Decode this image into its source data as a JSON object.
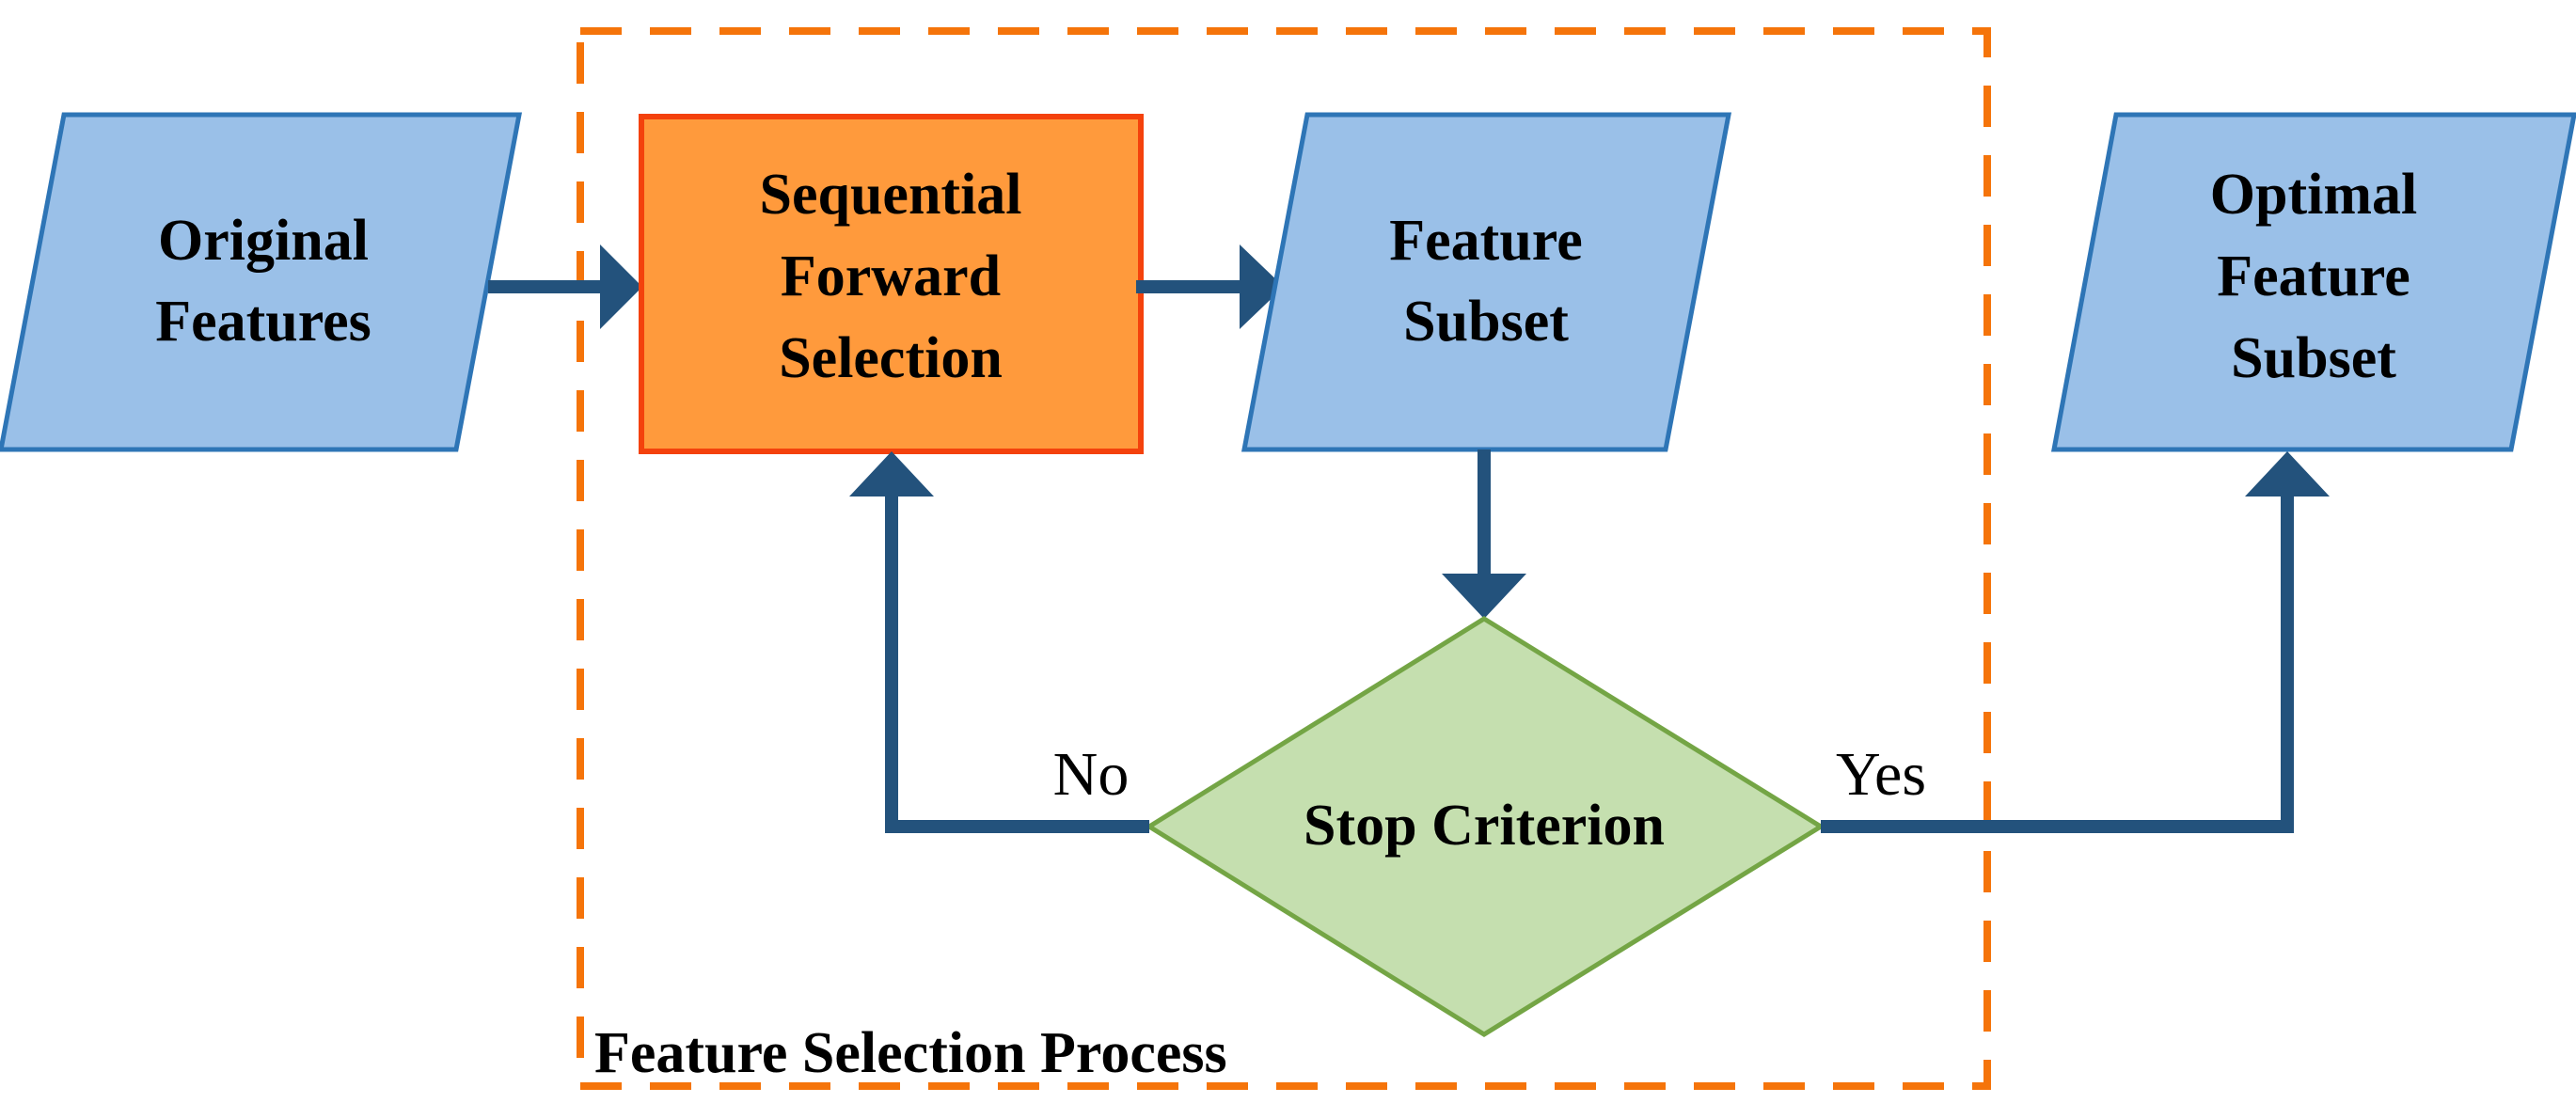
{
  "diagram": {
    "title_label": "Feature Selection Process",
    "colors": {
      "node_fill_blue": "#9AC0E8",
      "node_stroke_blue": "#2E75B6",
      "node_fill_orange": "#FF9A3C",
      "node_stroke_orange": "#F4420C",
      "node_fill_green": "#C5DFAF",
      "node_stroke_green": "#74A545",
      "connector": "#23527C",
      "group_border": "#F5740A",
      "text": "#000000",
      "background": "#FFFFFF"
    },
    "nodes": {
      "original_features": {
        "line1": "Original",
        "line2": "Features",
        "shape": "parallelogram",
        "role": "input-data"
      },
      "sequential_forward_selection": {
        "line1": "Sequential",
        "line2": "Forward",
        "line3": "Selection",
        "shape": "rectangle",
        "role": "process"
      },
      "feature_subset": {
        "line1": "Feature",
        "line2": "Subset",
        "shape": "parallelogram",
        "role": "data"
      },
      "stop_criterion": {
        "line1": "Stop Criterion",
        "shape": "diamond",
        "role": "decision"
      },
      "optimal_feature_subset": {
        "line1": "Optimal",
        "line2": "Feature",
        "line3": "Subset",
        "shape": "parallelogram",
        "role": "output-data"
      }
    },
    "edges": [
      {
        "id": "e1",
        "from": "original_features",
        "to": "sequential_forward_selection",
        "label": ""
      },
      {
        "id": "e2",
        "from": "sequential_forward_selection",
        "to": "feature_subset",
        "label": ""
      },
      {
        "id": "e3",
        "from": "feature_subset",
        "to": "stop_criterion",
        "label": ""
      },
      {
        "id": "e4",
        "from": "stop_criterion",
        "to": "sequential_forward_selection",
        "label": "No"
      },
      {
        "id": "e5",
        "from": "stop_criterion",
        "to": "optimal_feature_subset",
        "label": "Yes"
      }
    ],
    "edge_labels": {
      "no": "No",
      "yes": "Yes"
    },
    "group": {
      "label": "Feature Selection Process",
      "border_style": "dashed",
      "contains": [
        "sequential_forward_selection",
        "feature_subset",
        "stop_criterion"
      ]
    }
  }
}
